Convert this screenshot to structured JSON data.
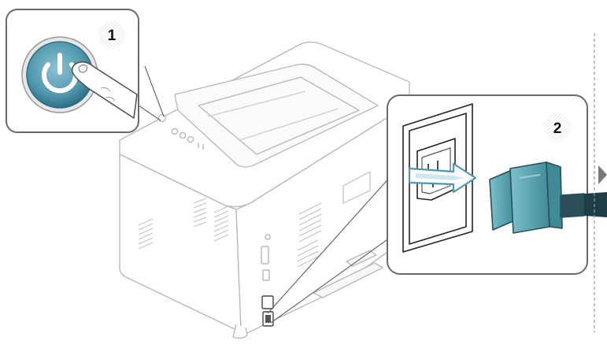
{
  "steps": [
    {
      "number": "1",
      "icon": "power-button-press"
    },
    {
      "number": "2",
      "icon": "unplug-power-cord"
    }
  ],
  "colors": {
    "printer_outline": "#b9b9b9",
    "panel_border": "#6a6a6a",
    "accent_blue": "#4f97ad",
    "accent_dark": "#3b7488",
    "plug_teal": "#5fa8b5",
    "plug_dark": "#2a4f58",
    "arrow_fill": "#ffffff",
    "next_arrow": "#7a7a7a"
  }
}
